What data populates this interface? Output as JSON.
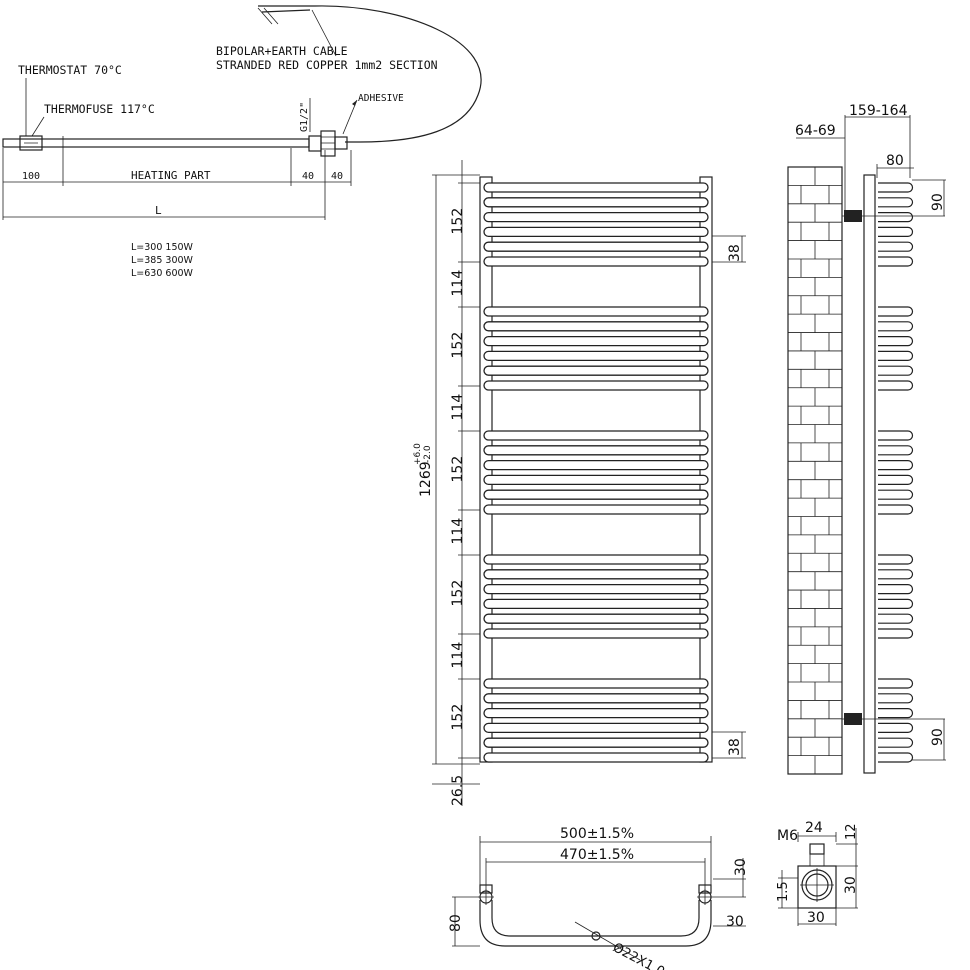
{
  "element": {
    "cable": "BIPOLAR+EARTH CABLE",
    "cable_spec": "STRANDED RED COPPER 1mm2 SECTION",
    "thermostat": "THERMOSTAT 70°C",
    "thermofuse": "THERMOFUSE 117°C",
    "thread": "G1/2\"",
    "adhesive": "ADHESIVE",
    "heating_part": "HEATING PART",
    "dim_100": "100",
    "dim_40a": "40",
    "dim_40b": "40",
    "length_label": "L",
    "variants": [
      "L=300 150W",
      "L=385 300W",
      "L=630 600W"
    ]
  },
  "front": {
    "height": "1269",
    "tol_upper": "+6.0",
    "tol_lower": "-2.0",
    "gaps": [
      "152",
      "114",
      "152",
      "114",
      "152",
      "114",
      "152",
      "114",
      "152"
    ],
    "bottom": "26.5",
    "end_top": "38",
    "end_bottom": "38"
  },
  "side": {
    "dim_159": "159-164",
    "dim_64": "64-69",
    "dim_80": "80",
    "dim_90_top": "90",
    "dim_90_bottom": "90"
  },
  "bottom_view": {
    "width_outer": "500±1.5%",
    "width_inner": "470±1.5%",
    "dim_30a": "30",
    "dim_30b": "30",
    "dim_80": "80",
    "tube": "Ø22X1.0"
  },
  "bracket": {
    "m6": "M6",
    "dim_24": "24",
    "dim_12": "12",
    "dim_15": "1.5",
    "dim_30_right": "30",
    "dim_30_bottom": "30"
  }
}
